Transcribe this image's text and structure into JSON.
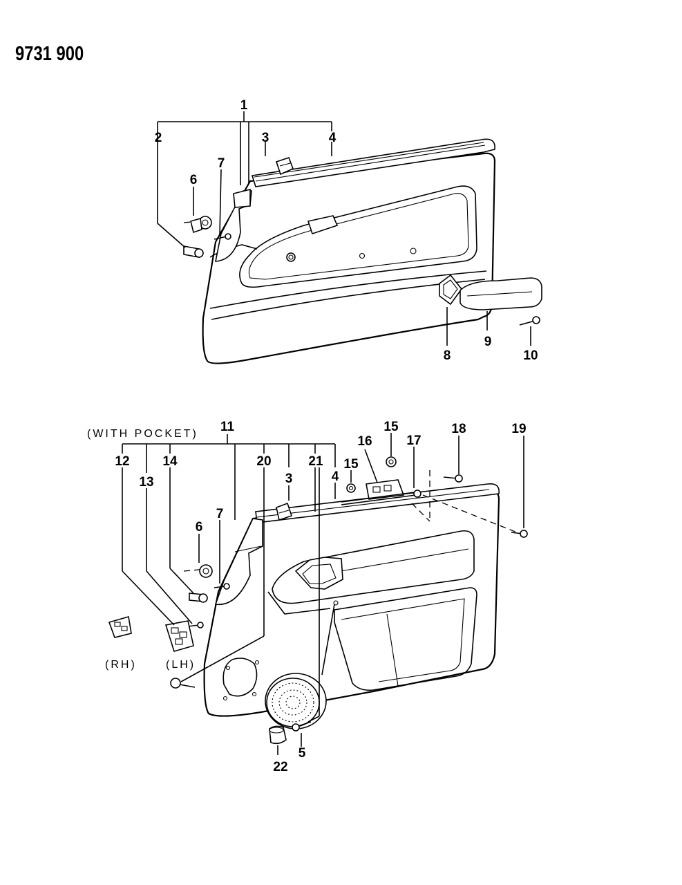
{
  "document": {
    "number": "9731 900"
  },
  "upper_diagram": {
    "callouts": {
      "c1": "1",
      "c2": "2",
      "c3": "3",
      "c4": "4",
      "c6": "6",
      "c7": "7",
      "c8": "8",
      "c9": "9",
      "c10": "10"
    }
  },
  "lower_diagram": {
    "note_with_pocket": "(WITH POCKET)",
    "note_rh": "(RH)",
    "note_lh": "(LH)",
    "callouts": {
      "c11": "11",
      "c12": "12",
      "c13": "13",
      "c14": "14",
      "c20": "20",
      "c21": "21",
      "c3": "3",
      "c4": "4",
      "c6": "6",
      "c7": "7",
      "c15a": "15",
      "c15b": "15",
      "c16": "16",
      "c17": "17",
      "c18": "18",
      "c19": "19",
      "c5": "5",
      "c22": "22"
    }
  }
}
